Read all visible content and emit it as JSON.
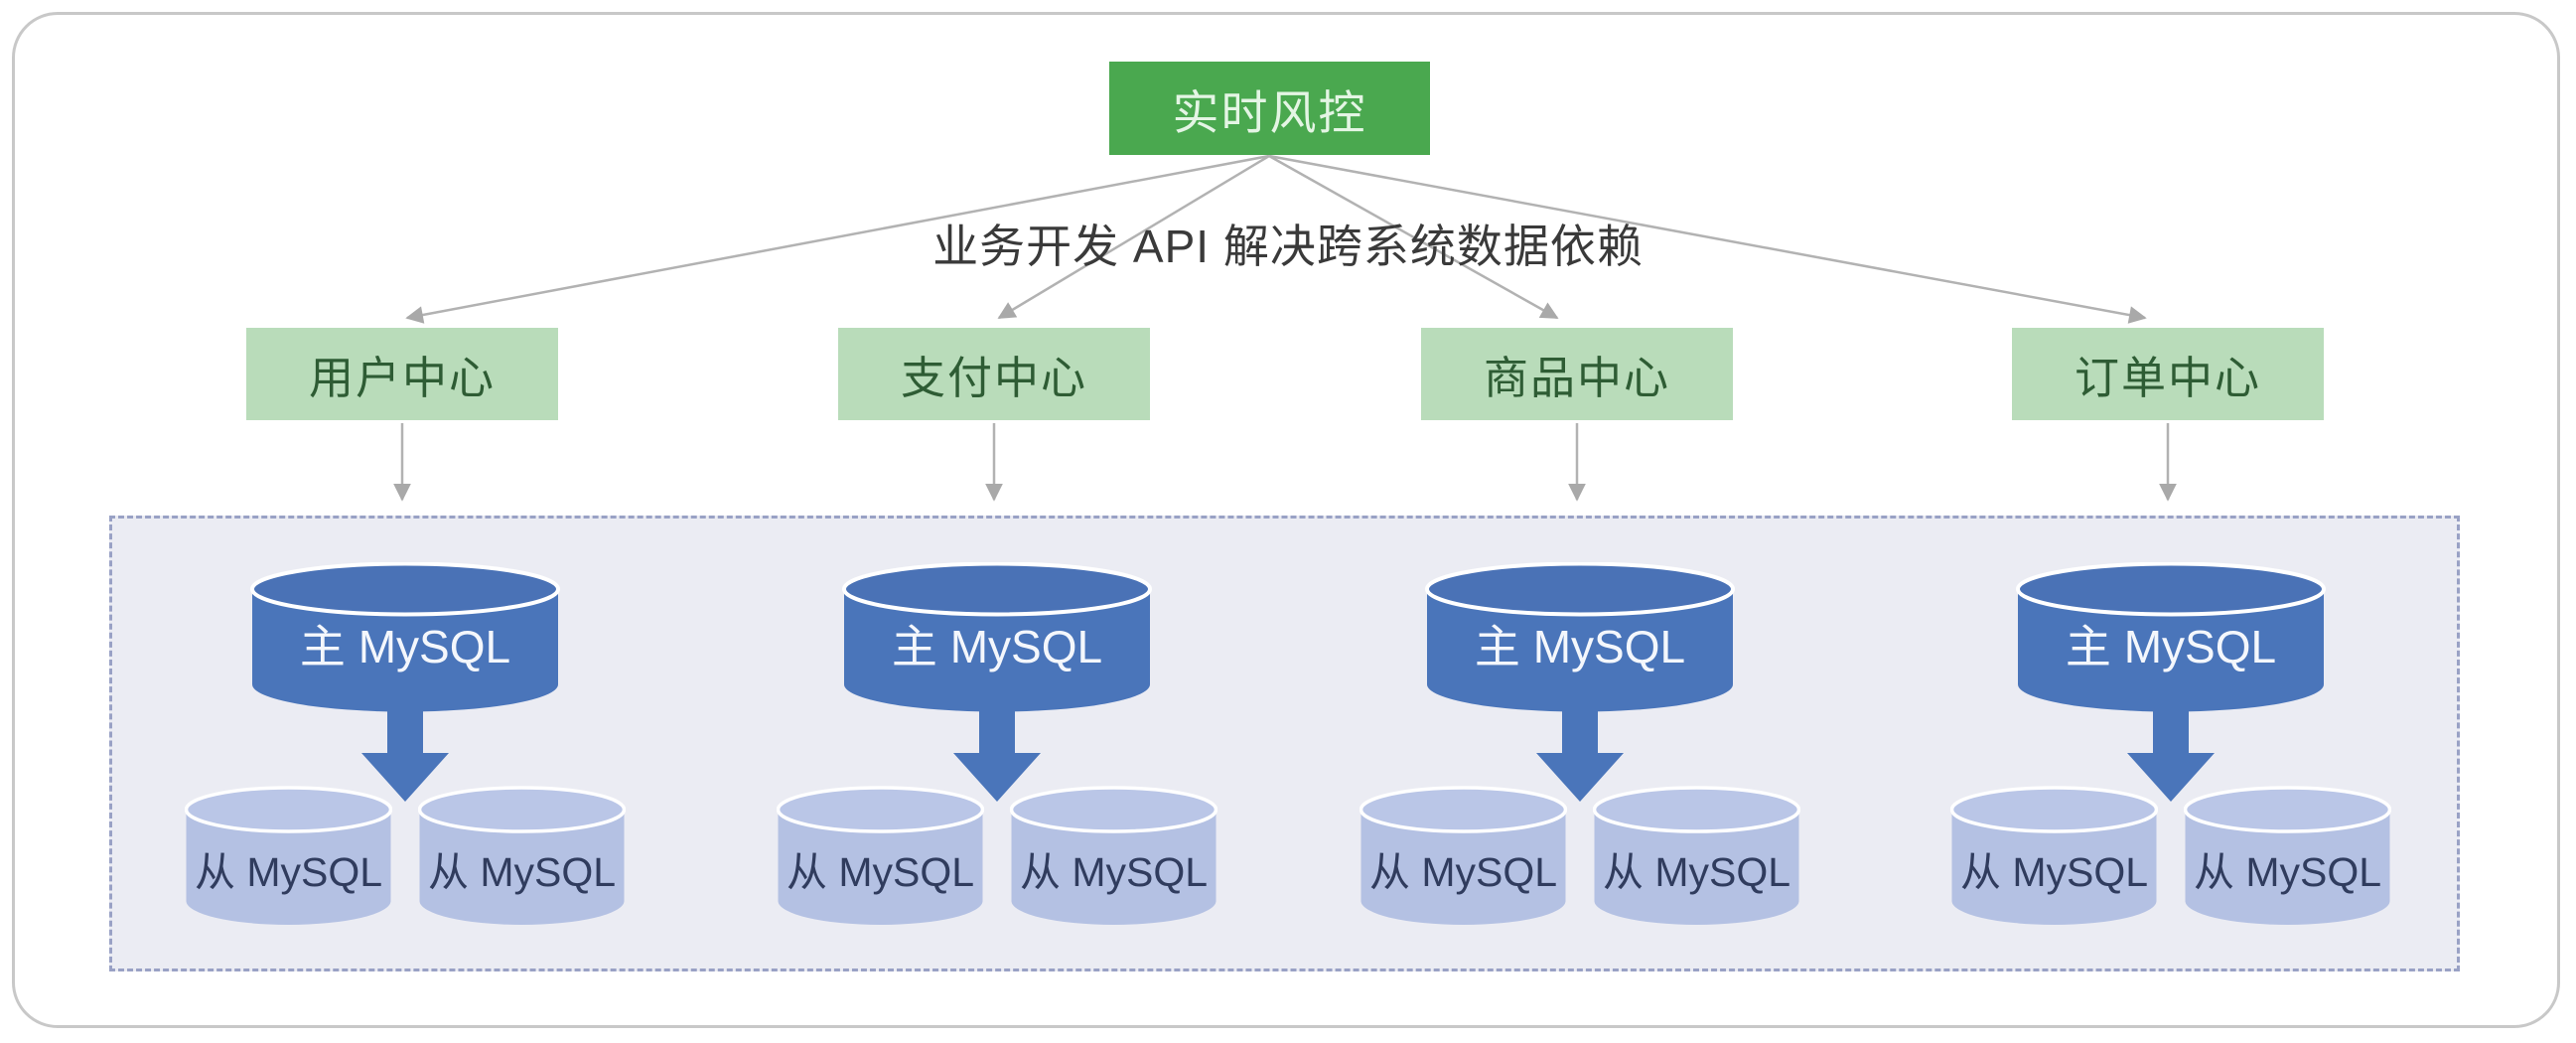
{
  "diagram": {
    "root_label": "实时风控",
    "api_note": "业务开发 API 解决跨系统数据依赖",
    "services": [
      {
        "label": "用户中心"
      },
      {
        "label": "支付中心"
      },
      {
        "label": "商品中心"
      },
      {
        "label": "订单中心"
      }
    ],
    "db_groups": [
      {
        "master_label": "主 MySQL",
        "slave_labels": [
          "从 MySQL",
          "从 MySQL"
        ]
      },
      {
        "master_label": "主 MySQL",
        "slave_labels": [
          "从 MySQL",
          "从 MySQL"
        ]
      },
      {
        "master_label": "主 MySQL",
        "slave_labels": [
          "从 MySQL",
          "从 MySQL"
        ]
      },
      {
        "master_label": "主 MySQL",
        "slave_labels": [
          "从 MySQL",
          "从 MySQL"
        ]
      }
    ],
    "colors": {
      "root_bg": "#4aa84f",
      "root_text": "#e4f5e4",
      "service_bg": "#b9dcba",
      "service_text": "#2e5c34",
      "master_db": "#4a75ba",
      "master_text": "#f4f7fc",
      "slave_db_body": "#b4c1e3",
      "slave_db_top": "#bac6e7",
      "slave_text": "#303c5e",
      "zone_bg": "#ebecf3",
      "zone_border": "#99a1c5",
      "connector_gray": "#aeaeae",
      "note_text": "#3a3a3a",
      "card_border": "#c8c8c8"
    }
  }
}
